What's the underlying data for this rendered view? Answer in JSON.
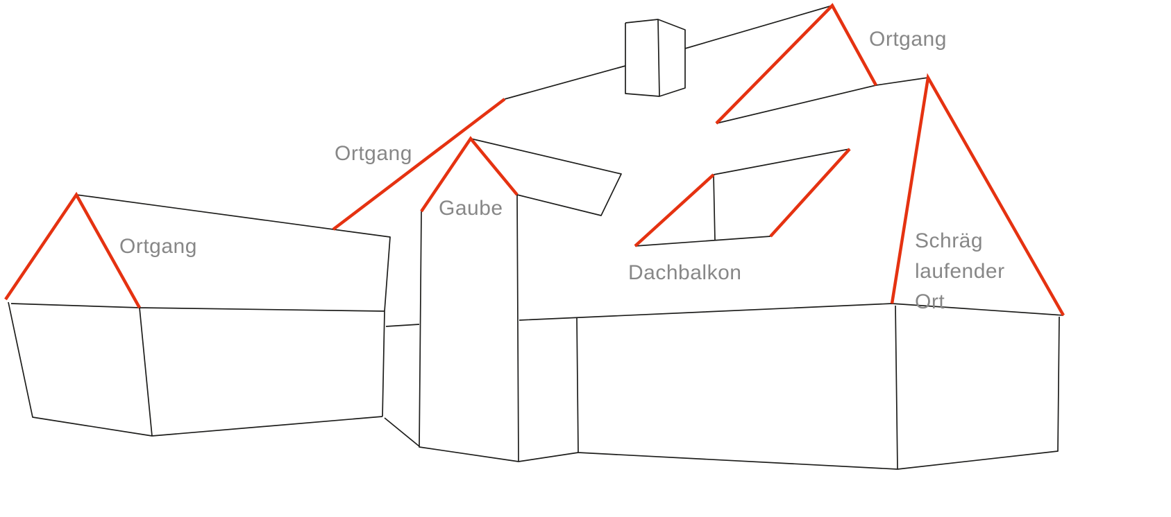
{
  "diagram": {
    "labels": {
      "ortgang_top": "Ortgang",
      "ortgang_main": "Ortgang",
      "ortgang_left": "Ortgang",
      "gaube": "Gaube",
      "dachbalkon": "Dachbalkon",
      "schraeg_laufender_ort": {
        "line1": "Schräg",
        "line2": "laufender",
        "line3": "Ort"
      }
    },
    "colors": {
      "outline": "#1d1d1b",
      "highlight": "#e53211",
      "label": "#878787",
      "background": "#ffffff"
    }
  }
}
